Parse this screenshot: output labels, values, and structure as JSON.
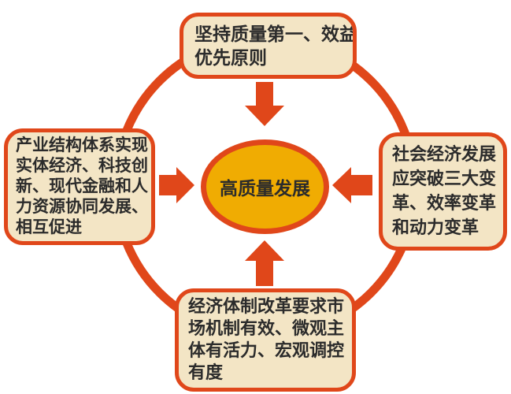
{
  "diagram": {
    "center": {
      "label": "高质量发展"
    },
    "boxes": {
      "top": {
        "lines": [
          "坚持质量第一、效益",
          "优先原则"
        ]
      },
      "left": {
        "lines": [
          "产业结构体系实现",
          "实体经济、科技创",
          "新、现代金融和人",
          "力资源协同发展、",
          "相互促进"
        ]
      },
      "right": {
        "lines": [
          "社会经济发展",
          "应突破三大变",
          "革、效率变革",
          "和动力变革"
        ]
      },
      "bottom": {
        "lines": [
          "经济体制改革要求市",
          "场机制有效、微观主",
          "体有活力、宏观调控",
          "有度"
        ]
      }
    },
    "icons": {
      "ring": "cycle-ring",
      "top_arrow": "arrow-down-icon",
      "bottom_arrow": "arrow-up-icon",
      "left_arrow": "arrow-right-icon",
      "right_arrow": "arrow-left-icon"
    },
    "colors": {
      "accent_orange": "#e0471a",
      "box_fill": "#f3e5c5",
      "center_fill": "#f0ac02",
      "text": "#2b2b2b",
      "background": "#ffffff"
    }
  }
}
